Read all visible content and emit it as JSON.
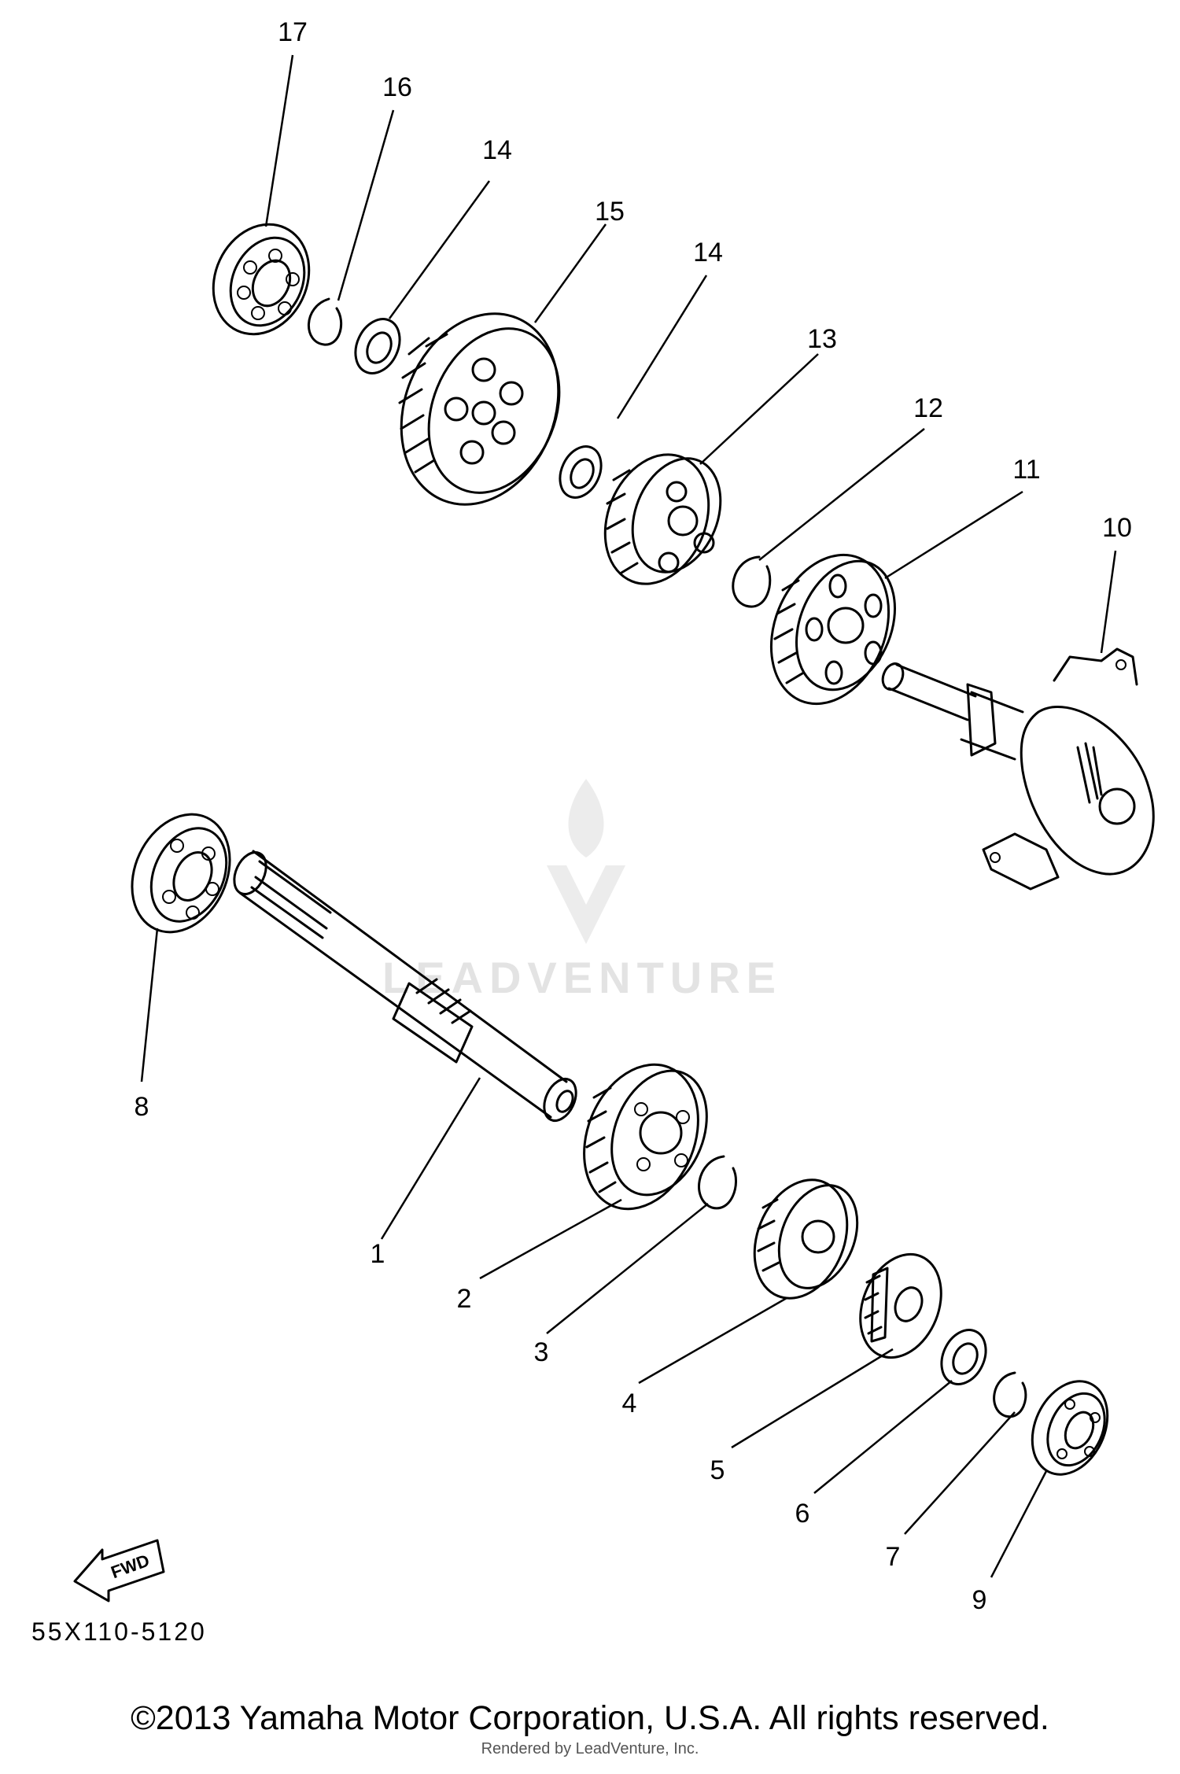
{
  "diagram": {
    "callouts": [
      {
        "id": "17",
        "text": "17"
      },
      {
        "id": "16",
        "text": "16"
      },
      {
        "id": "14a",
        "text": "14"
      },
      {
        "id": "15",
        "text": "15"
      },
      {
        "id": "14b",
        "text": "14"
      },
      {
        "id": "13",
        "text": "13"
      },
      {
        "id": "12",
        "text": "12"
      },
      {
        "id": "11",
        "text": "11"
      },
      {
        "id": "10",
        "text": "10"
      },
      {
        "id": "8",
        "text": "8"
      },
      {
        "id": "1",
        "text": "1"
      },
      {
        "id": "2",
        "text": "2"
      },
      {
        "id": "3",
        "text": "3"
      },
      {
        "id": "4",
        "text": "4"
      },
      {
        "id": "5",
        "text": "5"
      },
      {
        "id": "6",
        "text": "6"
      },
      {
        "id": "7",
        "text": "7"
      },
      {
        "id": "9",
        "text": "9"
      }
    ],
    "fwd_label": "FWD",
    "diagram_code": "55X110-5120",
    "watermark_text": "LEADVENTURE"
  },
  "footer": {
    "copyright": "©2013 Yamaha Motor Corporation, U.S.A. All rights reserved.",
    "rendered_by": "Rendered by LeadVenture, Inc."
  }
}
